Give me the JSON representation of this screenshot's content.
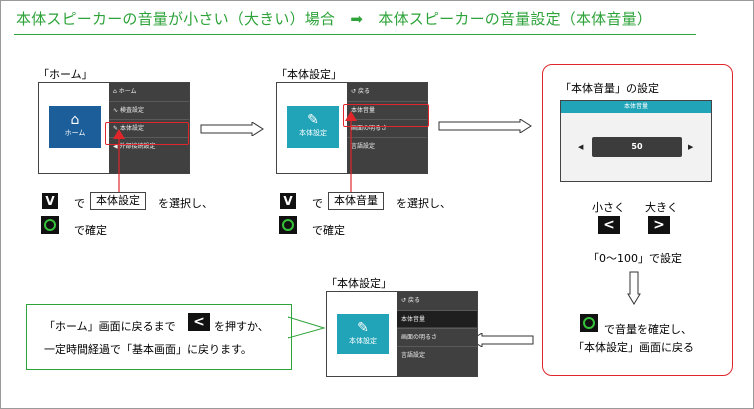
{
  "title": "本体スピーカーの音量が小さい（大きい）場合　➡　本体スピーカーの音量設定（本体音量）",
  "colors": {
    "accent_green": "#2da33a",
    "highlight_red": "#e0262b",
    "tile_blue": "#1b5e99",
    "tile_teal": "#21a4b8"
  },
  "step1": {
    "label": "「ホーム」",
    "tile_label": "ホーム",
    "tile_icon": "home-icon",
    "menu": [
      {
        "icon": "home-icon",
        "label": "ホーム"
      },
      {
        "icon": "wave-icon",
        "label": "検査設定"
      },
      {
        "icon": "wrench-icon",
        "label": "本体設定"
      },
      {
        "icon": "signal-icon",
        "label": "外部接続設定"
      }
    ],
    "inst_part1": "で",
    "inst_box": "本体設定",
    "inst_part2": "を選択し、",
    "confirm": "で確定"
  },
  "step2": {
    "label": "「本体設定」",
    "tile_label": "本体設定",
    "tile_icon": "wrench-icon",
    "menu": [
      "戻る",
      "本体音量",
      "画面の明るさ",
      "言語設定"
    ],
    "inst_part1": "で",
    "inst_box": "本体音量",
    "inst_part2": "を選択し、",
    "confirm": "で確定"
  },
  "step3": {
    "label": "「本体音量」の設定",
    "screen_header": "本体音量",
    "value": "50",
    "small": "小さく",
    "large": "大きく",
    "range": "「0〜100」で設定",
    "confirm_line1": "で音量を確定し、",
    "confirm_line2": "「本体設定」画面に戻る"
  },
  "step4": {
    "label": "「本体設定」",
    "tile_label": "本体設定",
    "menu": [
      "戻る",
      "本体音量",
      "画面の明るさ",
      "言語設定"
    ]
  },
  "callout": {
    "line1_part1": "「ホーム」画面に戻るまで",
    "line1_part2": "を押すか、",
    "line2": "一定時間経過で「基本画面」に戻ります。"
  }
}
